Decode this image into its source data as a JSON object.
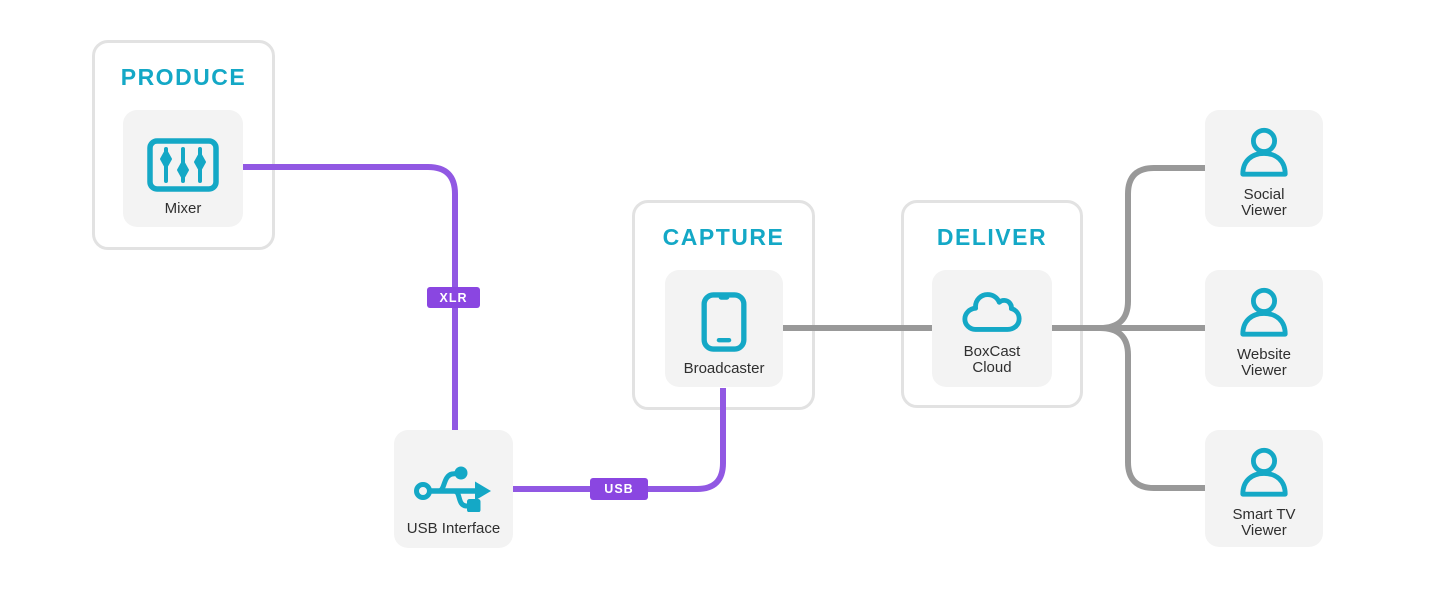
{
  "diagram": {
    "stages": [
      {
        "id": "produce",
        "title": "PRODUCE"
      },
      {
        "id": "capture",
        "title": "CAPTURE"
      },
      {
        "id": "deliver",
        "title": "DELIVER"
      }
    ],
    "nodes": {
      "mixer": {
        "label": "Mixer",
        "icon": "mixer-icon"
      },
      "usb_interface": {
        "label": "USB Interface",
        "icon": "usb-icon"
      },
      "broadcaster": {
        "label": "Broadcaster",
        "icon": "smartphone-icon"
      },
      "boxcast_cloud": {
        "line1": "BoxCast",
        "line2": "Cloud",
        "icon": "cloud-icon"
      },
      "social_viewer": {
        "line1": "Social",
        "line2": "Viewer",
        "icon": "person-icon"
      },
      "website_viewer": {
        "line1": "Website",
        "line2": "Viewer",
        "icon": "person-icon"
      },
      "smart_tv_viewer": {
        "line1": "Smart TV",
        "line2": "Viewer",
        "icon": "person-icon"
      }
    },
    "cable_labels": {
      "xlr": "XLR",
      "usb": "USB"
    },
    "connections": [
      {
        "from": "mixer",
        "to": "usb_interface",
        "cable": "XLR",
        "color": "purple"
      },
      {
        "from": "usb_interface",
        "to": "broadcaster",
        "cable": "USB",
        "color": "purple"
      },
      {
        "from": "broadcaster",
        "to": "boxcast_cloud",
        "color": "gray"
      },
      {
        "from": "boxcast_cloud",
        "to": "social_viewer",
        "color": "gray"
      },
      {
        "from": "boxcast_cloud",
        "to": "website_viewer",
        "color": "gray"
      },
      {
        "from": "boxcast_cloud",
        "to": "smart_tv_viewer",
        "color": "gray"
      }
    ],
    "colors": {
      "teal": "#14a8c6",
      "purple": "#9158e3",
      "purple_badge": "#8a46e1",
      "gray": "#999999",
      "box_border": "#e2e2e2",
      "card_bg": "#f3f3f3",
      "label": "#2f2f2f",
      "background": "#ffffff"
    }
  }
}
